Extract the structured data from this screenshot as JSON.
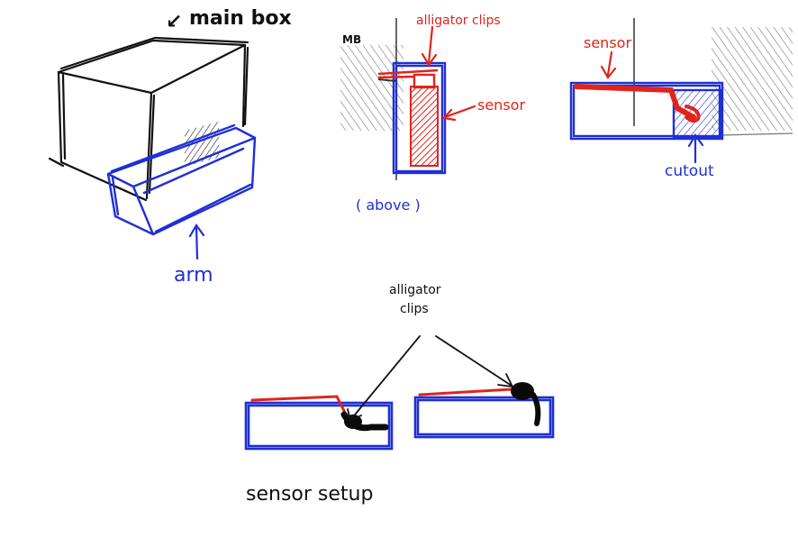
{
  "labels": {
    "main_box": "main box",
    "main_box_arrow": "↙",
    "mb": "MB",
    "alligator_clips_top": "alligator clips",
    "sensor_middle": "sensor",
    "above": "( above )",
    "sensor_right": "sensor",
    "cutout": "cutout",
    "arm": "arm",
    "alligator_clips_bottom_line1": "alligator",
    "alligator_clips_bottom_line2": "clips",
    "sensor_setup": "sensor setup"
  },
  "colors": {
    "pencil": "#111111",
    "sensor_red": "#e0241c",
    "arm_blue": "#1f2fd6",
    "clip_black": "#0a0a0a",
    "hatch_grey": "#555555"
  }
}
